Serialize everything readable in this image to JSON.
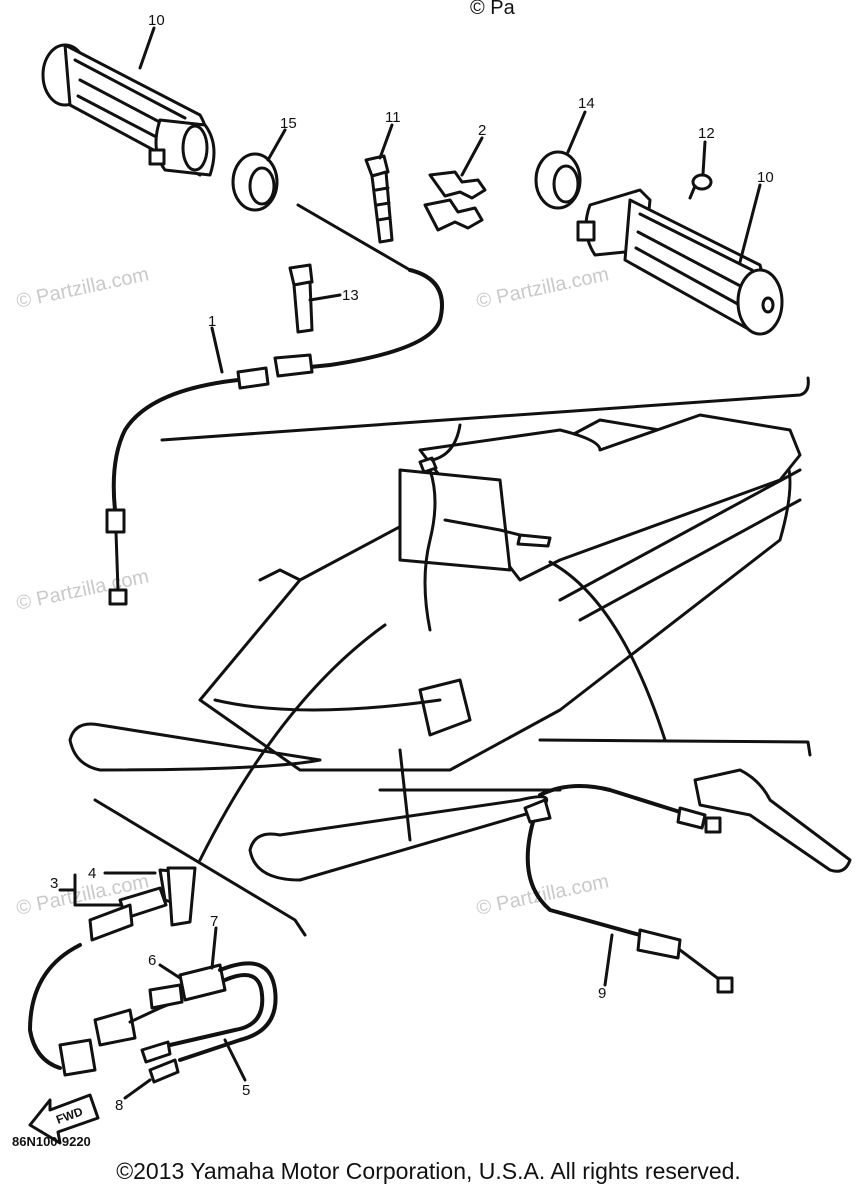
{
  "top_fragment": "© Pa",
  "watermark": "© Partzilla.com",
  "callouts": [
    "10",
    "15",
    "11",
    "2",
    "14",
    "12",
    "10",
    "13",
    "1",
    "3",
    "4",
    "7",
    "6",
    "9",
    "8",
    "5"
  ],
  "fwd_label": "FWD",
  "diagram_code": "86N100-9220",
  "copyright": "©2013 Yamaha Motor Corporation, U.S.A. All rights reserved."
}
